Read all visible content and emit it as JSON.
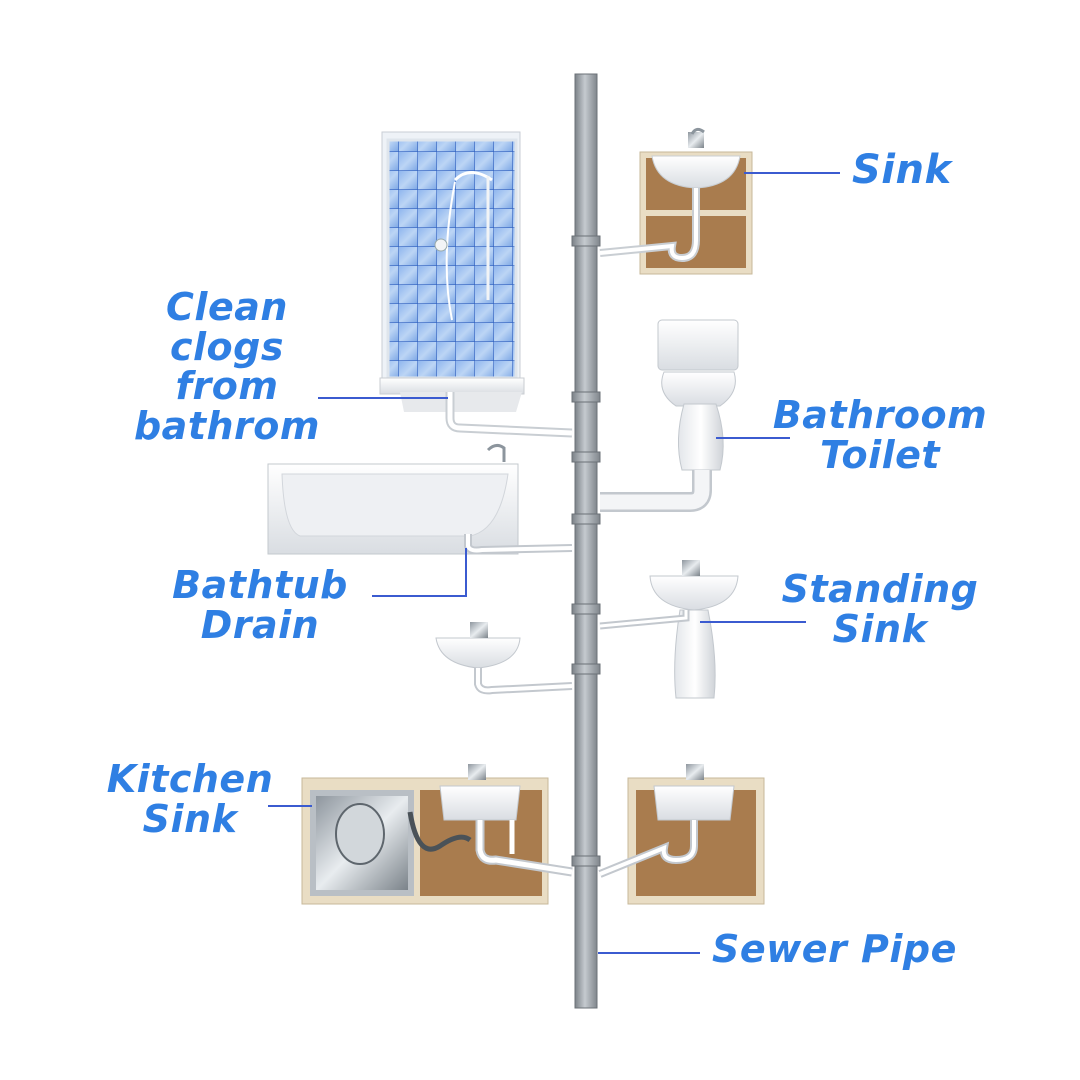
{
  "labels": {
    "sink": "Sink",
    "clean_clogs": [
      "Clean",
      "clogs",
      "from",
      "bathrom"
    ],
    "toilet": [
      "Bathroom",
      "Toilet"
    ],
    "bathtub": [
      "Bathtub",
      "Drain"
    ],
    "standing_sink": [
      "Standing",
      "Sink"
    ],
    "kitchen_sink": [
      "Kitchen",
      "Sink"
    ],
    "sewer_pipe": "Sewer Pipe"
  },
  "colors": {
    "label": "#2f7fe3",
    "leader": "#3b5bd0",
    "pipe": "#9ea4aa",
    "cabinet": "#a97c4e",
    "cabinet_frame": "#e9ddc4",
    "tile": "#6c9ee0",
    "fixture": "#ffffff"
  }
}
